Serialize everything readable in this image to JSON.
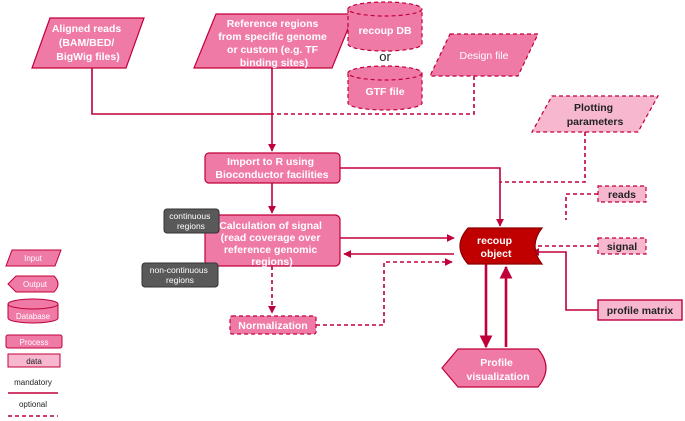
{
  "colors": {
    "pink": "#f07aa6",
    "pink_border": "#c0003a",
    "light_pink": "#f7b7cf",
    "dark_red": "#c00000",
    "dark_box": "#595959",
    "line": "#c0003a"
  },
  "nodes": {
    "aligned_reads": [
      "Aligned reads",
      "(BAM/BED/",
      "BigWig files)"
    ],
    "reference_regions": [
      "Reference regions",
      "from specific genome",
      "or custom (e.g. TF",
      "binding sites)"
    ],
    "recoup_db": "recoup DB",
    "or_text": "or",
    "gtf_file": "GTF file",
    "design_file": "Design file",
    "plotting_parameters": [
      "Plotting",
      "parameters"
    ],
    "import_to_r": [
      "Import to R using",
      "Bioconductor facilities"
    ],
    "calc_signal": [
      "Calculation of signal",
      "(read coverage over",
      "reference genomic",
      "regions)"
    ],
    "continuous_regions": [
      "continuous",
      "regions"
    ],
    "non_continuous_regions": [
      "non-continuous",
      "regions"
    ],
    "normalization": "Normalization",
    "recoup_object": [
      "recoup",
      "object"
    ],
    "reads": "reads",
    "signal": "signal",
    "profile_matrix": "profile matrix",
    "profile_visualization": [
      "Profile",
      "visualization"
    ]
  },
  "legend": {
    "input": "Input",
    "output": "Output",
    "database": "Database",
    "process": "Process",
    "data": "data",
    "mandatory": "mandatory",
    "optional": "optional"
  }
}
